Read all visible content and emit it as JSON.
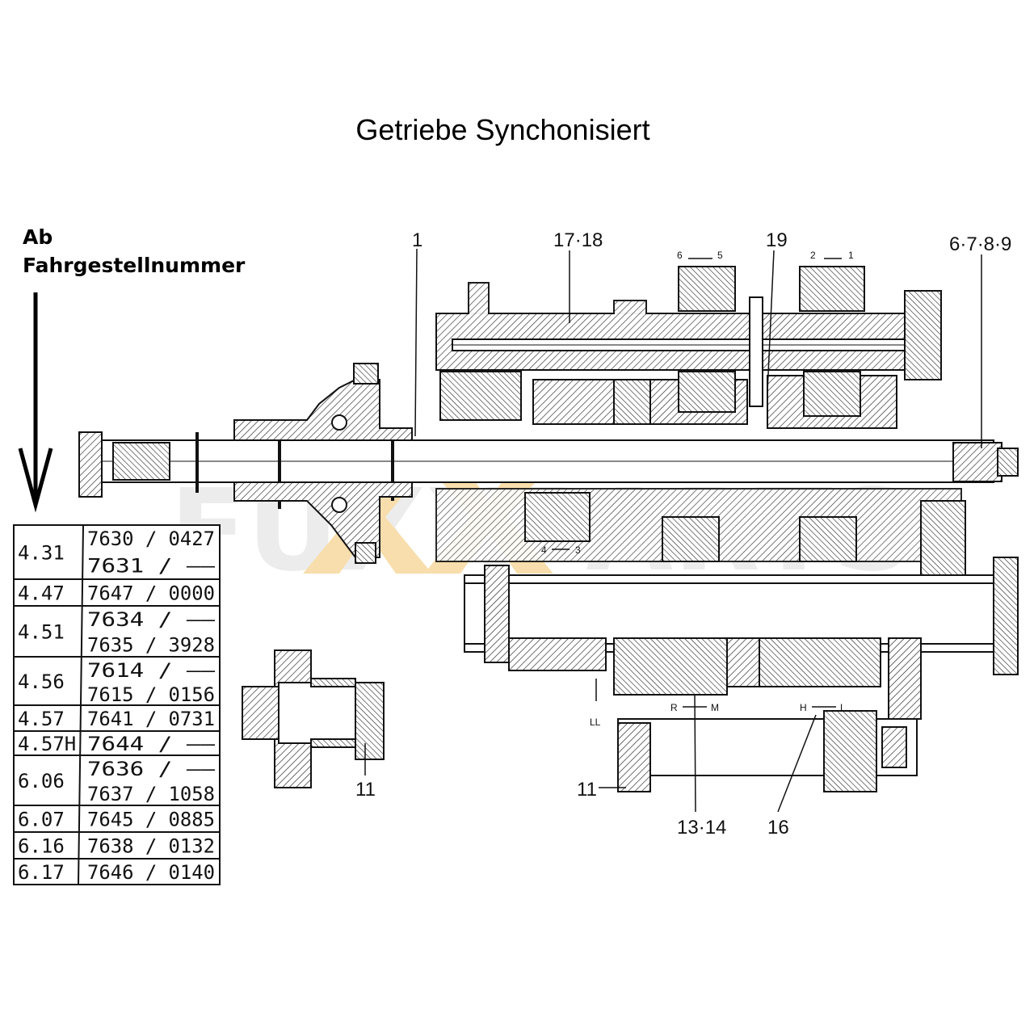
{
  "title": "Getriebe Synchonisiert",
  "ab_label": {
    "line1": "Ab",
    "line2": "Fahrgestellnummer"
  },
  "watermark": "FUXXPARTS",
  "callouts": {
    "c1": "1",
    "c17_18": "17·18",
    "c19": "19",
    "c6789": "6·7·8·9",
    "c11a": "11",
    "c11b": "11",
    "c13_14": "13·14",
    "c16": "16",
    "s6": "6",
    "s5": "5",
    "s2": "2",
    "s1": "1",
    "s4": "4",
    "s3": "3",
    "sR": "R",
    "sM": "M",
    "sH": "H",
    "sL": "L",
    "sLL": "LL"
  },
  "table": [
    {
      "model": "4.31",
      "c1": "7630 / 0427",
      "c2": "7631 / ——"
    },
    {
      "model": "4.47",
      "c1": "7647 / 0000"
    },
    {
      "model": "4.51",
      "c1": "7634 / ——",
      "c2": "7635 / 3928"
    },
    {
      "model": "4.56",
      "c1": "7614 / ——",
      "c2": "7615 / 0156"
    },
    {
      "model": "4.57",
      "c1": "7641 / 0731"
    },
    {
      "model": "4.57H",
      "c1": "7644 / ——"
    },
    {
      "model": "6.06",
      "c1": "7636 / ——",
      "c2": "7637 / 1058"
    },
    {
      "model": "6.07",
      "c1": "7645 / 0885"
    },
    {
      "model": "6.16",
      "c1": "7638 / 0132"
    },
    {
      "model": "6.17",
      "c1": "7646 / 0140"
    }
  ]
}
